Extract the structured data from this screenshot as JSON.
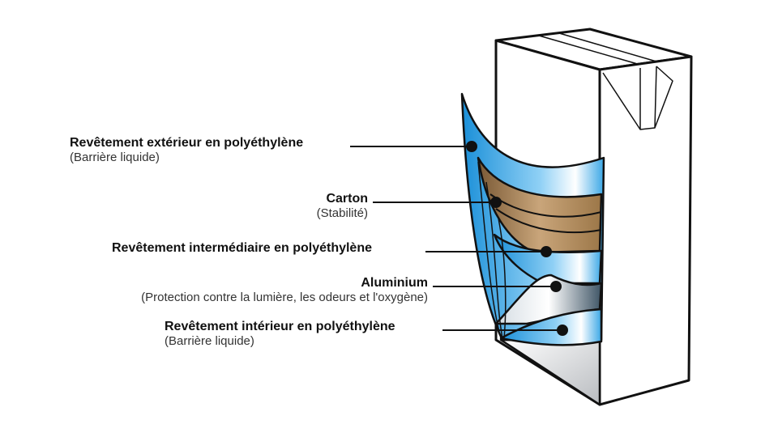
{
  "labels": [
    {
      "title": "Revêtement extérieur en polyéthylène",
      "note": "(Barrière liquide)"
    },
    {
      "title": "Carton",
      "note": "(Stabilité)"
    },
    {
      "title": "Revêtement intermédiaire en polyéthylène",
      "note": ""
    },
    {
      "title": "Aluminium",
      "note": "(Protection contre la lumière, les odeurs et l'oxygène)"
    },
    {
      "title": "Revêtement intérieur en polyéthylène",
      "note": "(Barrière liquide)"
    }
  ],
  "colors": {
    "outline": "#111111",
    "polyethylene_blue": "#1f9be0",
    "carton_brown": "#b08a5c",
    "aluminium_gray": "#6f8190"
  }
}
